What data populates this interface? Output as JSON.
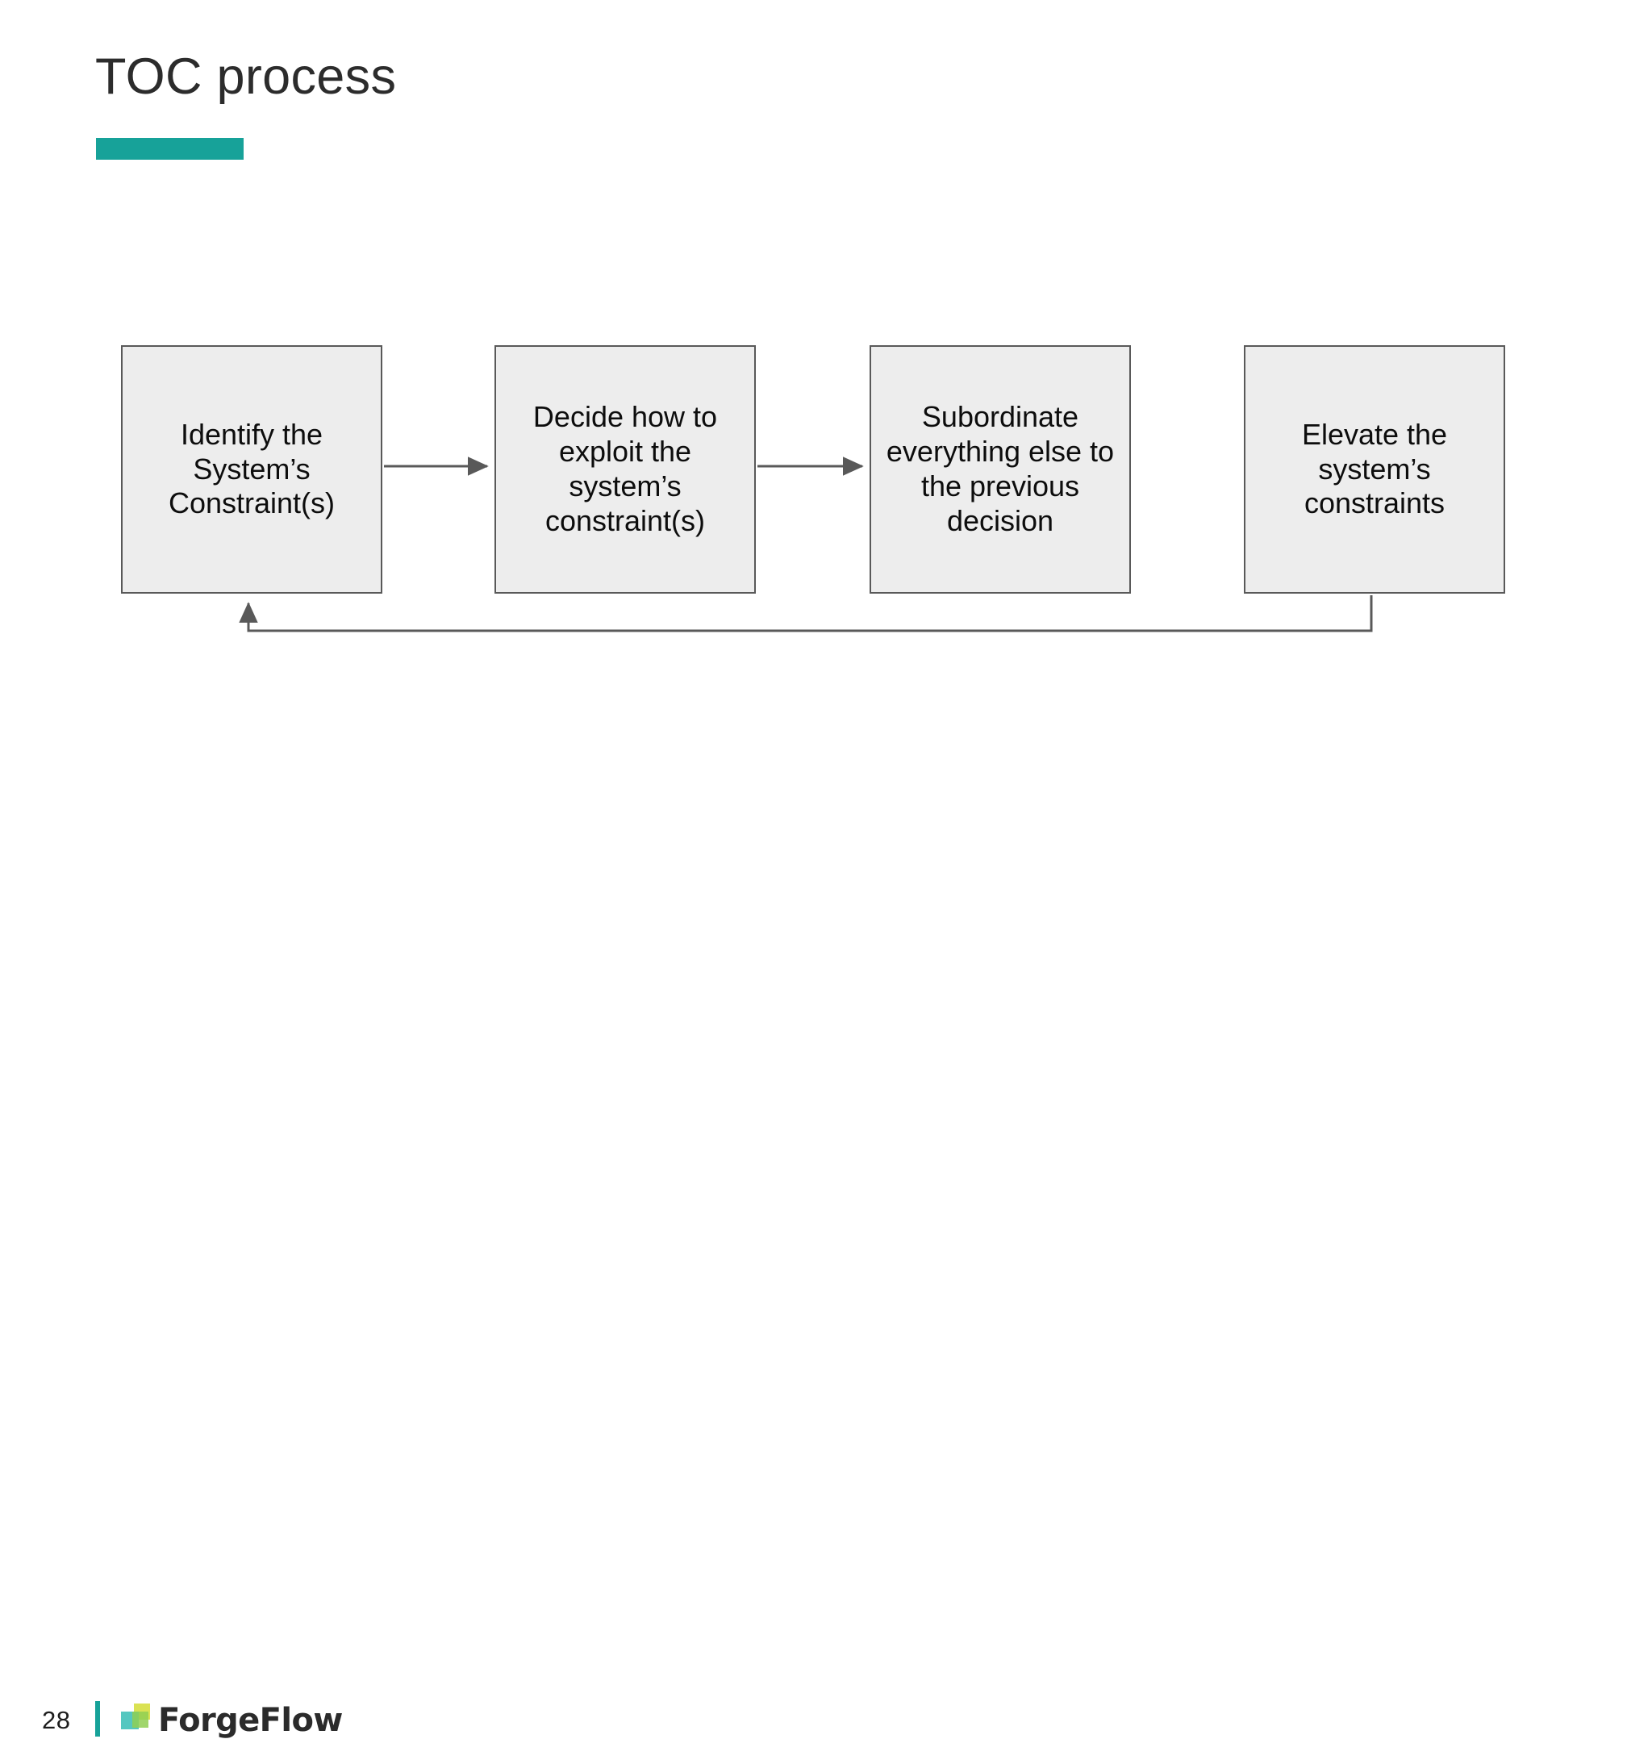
{
  "slide": {
    "title": "TOC process",
    "accent_color": "#17a299",
    "background_color": "#ffffff"
  },
  "diagram": {
    "type": "flowchart",
    "orientation": "left-to-right",
    "box_fill_color": "#ededed",
    "box_border_color": "#595959",
    "connector_color": "#595959",
    "steps": [
      {
        "index": 1,
        "label": "Identify the System’s Constraint(s)"
      },
      {
        "index": 2,
        "label": "Decide how to exploit the system’s constraint(s)"
      },
      {
        "index": 3,
        "label": "Subordinate everything else to the previous decision"
      },
      {
        "index": 4,
        "label": "Elevate the system’s constraints"
      }
    ],
    "connectors": [
      {
        "from": 1,
        "to": 2,
        "kind": "arrow-right"
      },
      {
        "from": 2,
        "to": 3,
        "kind": "arrow-right"
      },
      {
        "from": 4,
        "to": 1,
        "kind": "feedback-loop-bottom"
      }
    ]
  },
  "footer": {
    "page_number": "28",
    "brand_name": "ForgeFlow",
    "divider_color": "#17a299",
    "logo_colors": {
      "teal": "#4cc4bd",
      "green": "#8fcf54",
      "yellow": "#d8e04a"
    }
  }
}
